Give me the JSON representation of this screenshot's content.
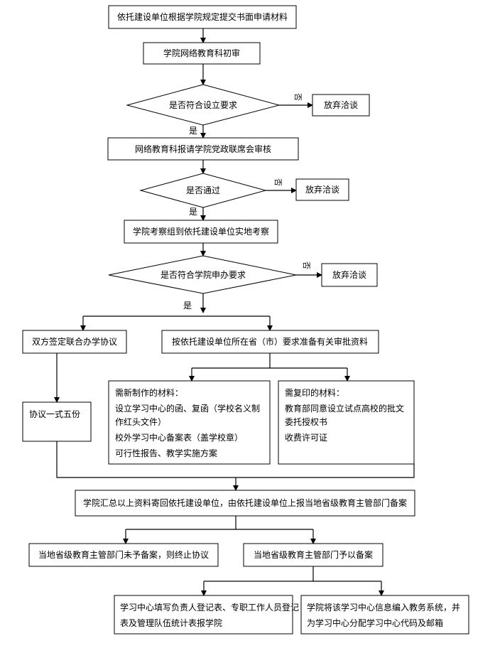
{
  "steps": {
    "submit": "依托建设单位根据学院规定提交书面申请材料",
    "prelim": "学院网络教育科初审",
    "q1": "是否符合设立要求",
    "report": "网络教育科报请学院党政联席会审核",
    "q2": "是否通过",
    "inspect": "学院考察组到依托建设单位实地考察",
    "q3": "是否符合学院申办要求",
    "sign": "双方签定联合办学协议",
    "copies": "协议一式五份",
    "prepare": "按依托建设单位所在省（市）要求准备有关审批资料",
    "collect": "学院汇总以上资料寄回依托建设单位，由依托建设单位上报当地省级教育主管部门备案",
    "reject": "当地省级教育主管部门未予备案，则终止协议",
    "approve": "当地省级教育主管部门予以备案",
    "center_fill": [
      "学习中心填写负责人登记表、专职工作人员登记",
      "表及管理队伍统计表报学院"
    ],
    "college_assign": [
      "学院将该学习中心信息编入教务系统，并",
      "为学习中心分配学习中心代码及邮箱"
    ]
  },
  "abandon": [
    "放弃洽谈",
    "放弃洽谈",
    "放弃洽谈"
  ],
  "labels": {
    "yes": "是",
    "no": "否"
  },
  "materials_new": {
    "title": "需新制作的材料：",
    "lines": [
      "设立学习中心的函、复函（学校名义制",
      "作红头文件）",
      "校外学习中心备案表（盖学校章）",
      "可行性报告、教学实施方案"
    ]
  },
  "materials_copy": {
    "title": "需复印的材料：",
    "lines": [
      "教育部同意设立试点高校的批文",
      "委托授权书",
      "收费许可证"
    ]
  }
}
